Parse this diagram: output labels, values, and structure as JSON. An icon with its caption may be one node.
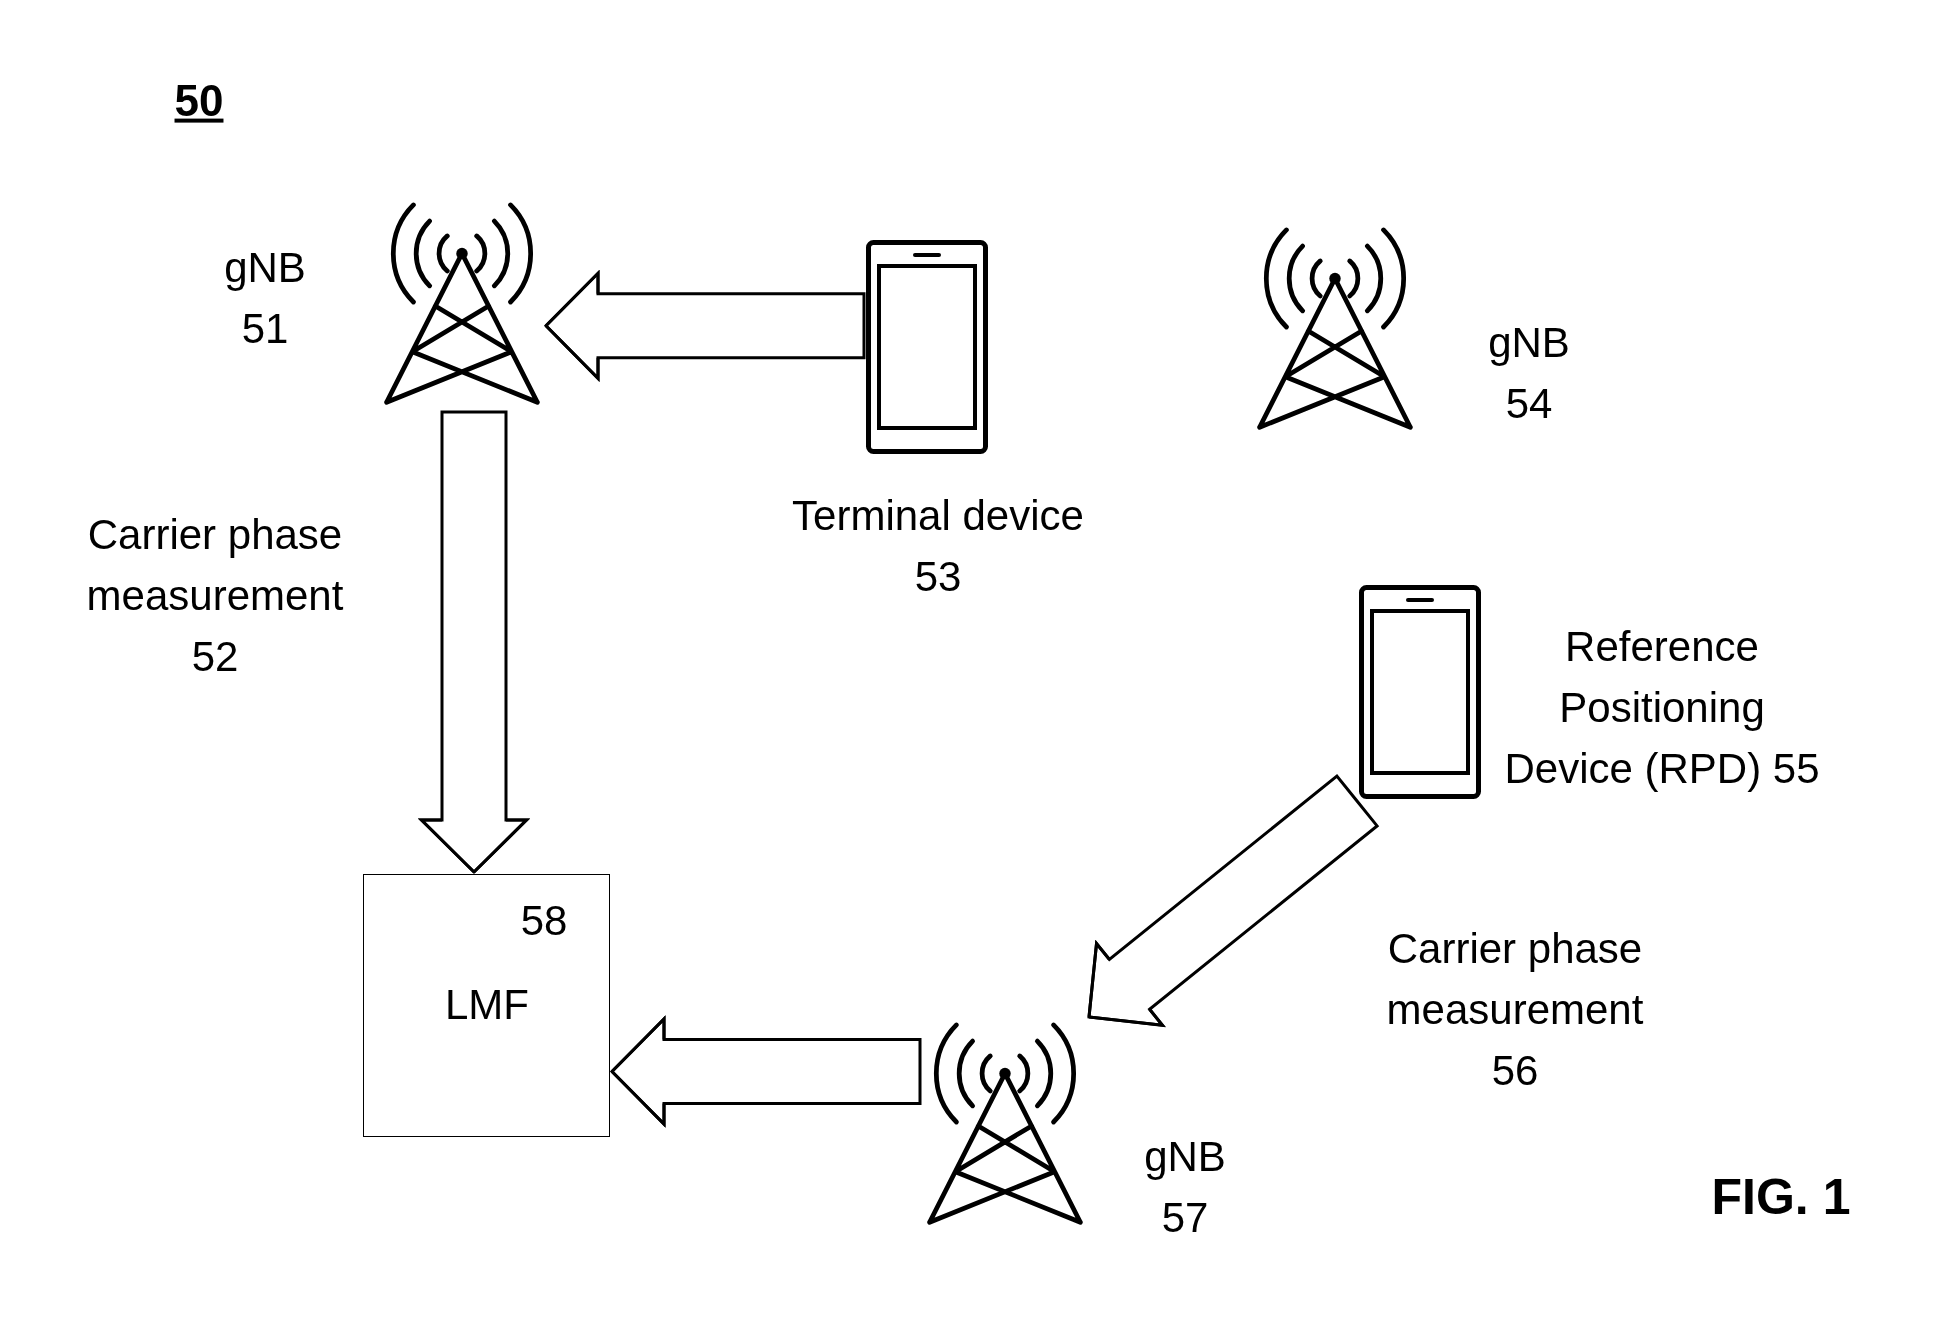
{
  "diagram": {
    "nodes": [
      {
        "text": [
          "gNB 51"
        ]
      },
      {
        "text": [
          "Terminal device 53"
        ]
      },
      {
        "text": [
          "gNB 54"
        ]
      },
      {
        "text": [
          "Reference Positioning Device (RPD) 55"
        ]
      },
      {
        "text": [
          "58",
          "LMF"
        ]
      },
      {
        "text": [
          "gNB 57"
        ]
      }
    ],
    "edges": [
      {
        "from": 1,
        "to": 0,
        "arrow": "to"
      },
      {
        "from": 0,
        "to": 4,
        "arrow": "to",
        "label": "Carrier phase measurement 52"
      },
      {
        "from": 3,
        "to": 5,
        "arrow": "to",
        "label": "Carrier phase measurement 56"
      },
      {
        "from": 5,
        "to": 4,
        "arrow": "to"
      }
    ],
    "labels": [
      "50",
      "FIG. 1"
    ]
  }
}
